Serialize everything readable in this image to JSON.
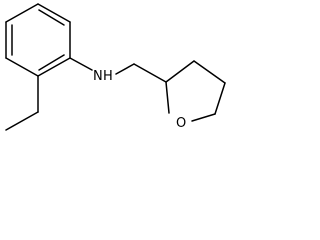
{
  "molecule": {
    "atom_labels": {
      "amine_nitrogen": "N",
      "amine_hydrogen": "H",
      "ring_oxygen": "O"
    },
    "colors": {
      "bond": "#000000",
      "label": "#000000",
      "background": "#ffffff"
    }
  }
}
